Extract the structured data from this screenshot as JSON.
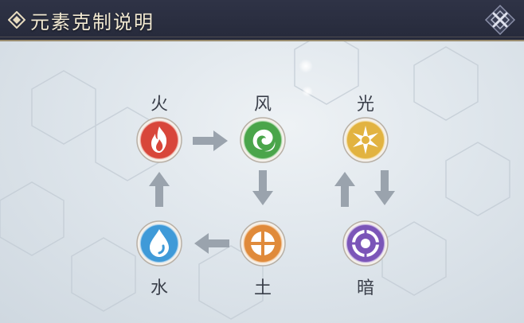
{
  "header": {
    "title": "元素克制说明"
  },
  "elements": {
    "fire": {
      "label": "火",
      "color": "#d8463a"
    },
    "wind": {
      "label": "风",
      "color": "#4aa54a"
    },
    "light": {
      "label": "光",
      "color": "#e2b340"
    },
    "water": {
      "label": "水",
      "color": "#3f9ad8"
    },
    "earth": {
      "label": "土",
      "color": "#e08a3a"
    },
    "dark": {
      "label": "暗",
      "color": "#7b55b8"
    }
  },
  "icons": [
    "diamond-icon",
    "close-icon",
    "fire-icon",
    "wind-icon",
    "light-icon",
    "water-icon",
    "earth-icon",
    "dark-icon",
    "arrow-icon"
  ]
}
